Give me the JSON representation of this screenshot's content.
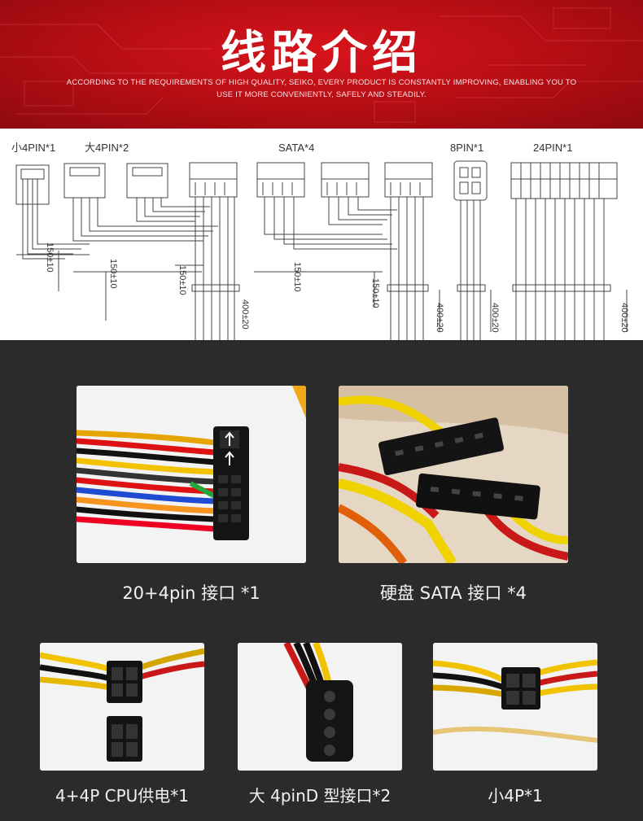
{
  "header": {
    "title": "线路介绍",
    "subtitle_line1": "ACCORDING TO THE REQUIREMENTS OF HIGH QUALITY, SEIKO, EVERY PRODUCT IS CONSTANTLY IMPROVING, ENABLING YOU TO",
    "subtitle_line2": "USE IT MORE CONVENIENTLY, SAFELY AND STEADILY."
  },
  "diagram": {
    "labels": {
      "small_4pin": "小4PIN*1",
      "big_4pin": "大4PIN*2",
      "sata": "SATA*4",
      "eight_pin": "8PIN*1",
      "twentyfour_pin": "24PIN*1"
    },
    "dimensions": {
      "d1": "150±10",
      "d2": "150±10",
      "d3": "150±10",
      "d4": "400±20",
      "d5": "150±10",
      "d6": "150±10",
      "d7": "400±20",
      "d8": "400±20",
      "d9": "400±20"
    }
  },
  "products": [
    {
      "caption": "20+4pin 接口 *1",
      "icon": "atx-24pin-connector"
    },
    {
      "caption": "硬盘 SATA 接口 *4",
      "icon": "sata-connector"
    },
    {
      "caption": "4+4P CPU供电*1",
      "icon": "cpu-4plus4-connector"
    },
    {
      "caption": "大 4pinD 型接口*2",
      "icon": "molex-4pin-connector"
    },
    {
      "caption": "小4P*1",
      "icon": "floppy-4pin-connector"
    }
  ],
  "colors": {
    "header_red": "#c8101a",
    "dark_bg": "#2b2b2b",
    "caption_text": "#f2f2f2"
  }
}
